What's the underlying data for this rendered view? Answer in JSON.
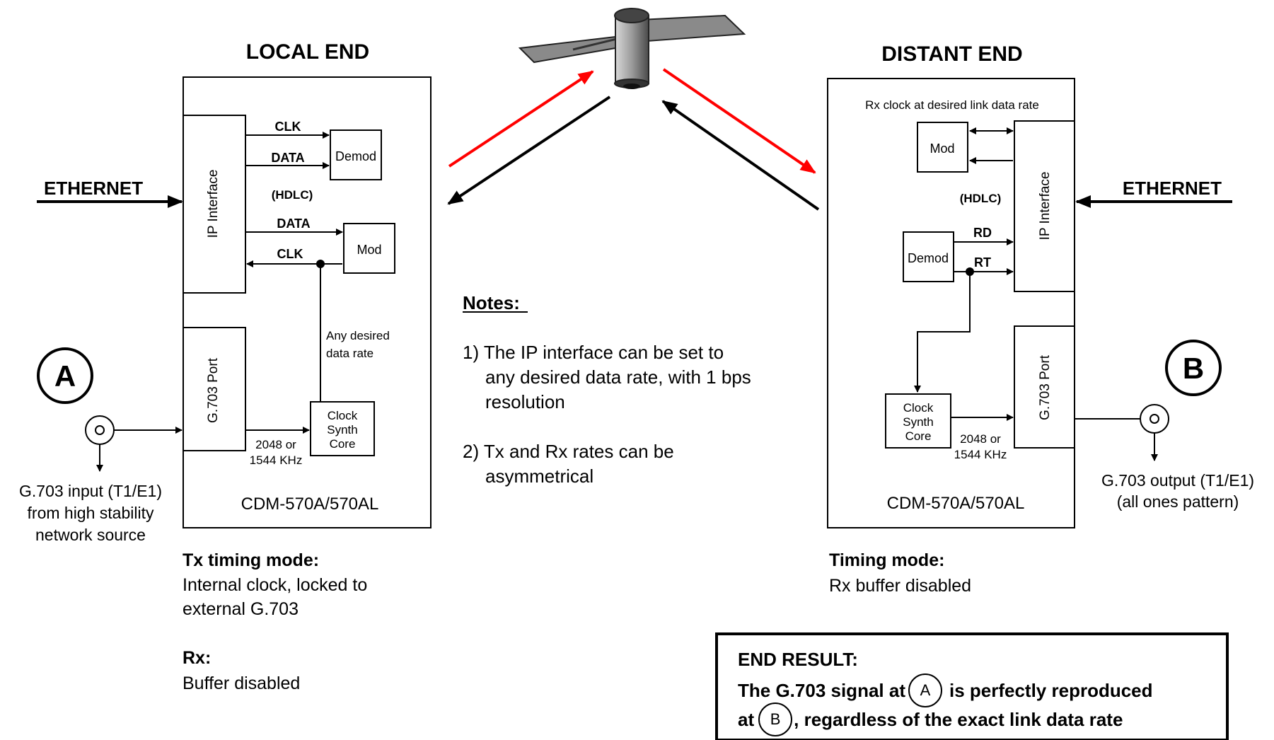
{
  "local": {
    "heading": "LOCAL END",
    "ethernet": "ETHERNET",
    "ip_interface": "IP Interface",
    "clk_top": "CLK",
    "data_top": "DATA",
    "demod": "Demod",
    "hdlc": "(HDLC)",
    "data_bottom": "DATA",
    "clk_bottom": "CLK",
    "mod": "Mod",
    "any_rate_1": "Any desired",
    "any_rate_2": "data rate",
    "g703_port": "G.703 Port",
    "clock_1": "Clock",
    "clock_2": "Synth",
    "clock_3": "Core",
    "freq_1": "2048 or",
    "freq_2": "1544 KHz",
    "model": "CDM-570A/570AL",
    "marker": "A",
    "input_1": "G.703 input (T1/E1)",
    "input_2": "from high stability",
    "input_3": "network source",
    "tx_mode_title": "Tx timing mode:",
    "tx_mode_1": "Internal clock, locked to",
    "tx_mode_2": "external G.703",
    "rx_title": "Rx:",
    "rx_value": "Buffer disabled"
  },
  "distant": {
    "heading": "DISTANT END",
    "rx_clock_note": "Rx clock at desired link data rate",
    "mod": "Mod",
    "hdlc": "(HDLC)",
    "ip_interface": "IP Interface",
    "ethernet": "ETHERNET",
    "demod": "Demod",
    "rd": "RD",
    "rt": "RT",
    "g703_port": "G.703 Port",
    "clock_1": "Clock",
    "clock_2": "Synth",
    "clock_3": "Core",
    "freq_1": "2048 or",
    "freq_2": "1544 KHz",
    "model": "CDM-570A/570AL",
    "marker": "B",
    "output_1": "G.703 output (T1/E1)",
    "output_2": "(all ones pattern)",
    "timing_title": "Timing mode:",
    "timing_value": "Rx buffer disabled"
  },
  "notes": {
    "title": "Notes:",
    "n1_1": "1) The IP interface can be set to",
    "n1_2": "any desired data rate, with 1 bps",
    "n1_3": "resolution",
    "n2_1": "2) Tx and Rx rates can be",
    "n2_2": "asymmetrical"
  },
  "result": {
    "title": "END RESULT:",
    "line1_a": "The G.703 signal at",
    "marker_a": "A",
    "line1_b": "is perfectly reproduced",
    "line2_a": "at",
    "marker_b": "B",
    "line2_b": ", regardless of the exact link data rate"
  },
  "colors": {
    "uplink": "#ff0000",
    "downlink": "#000000"
  }
}
